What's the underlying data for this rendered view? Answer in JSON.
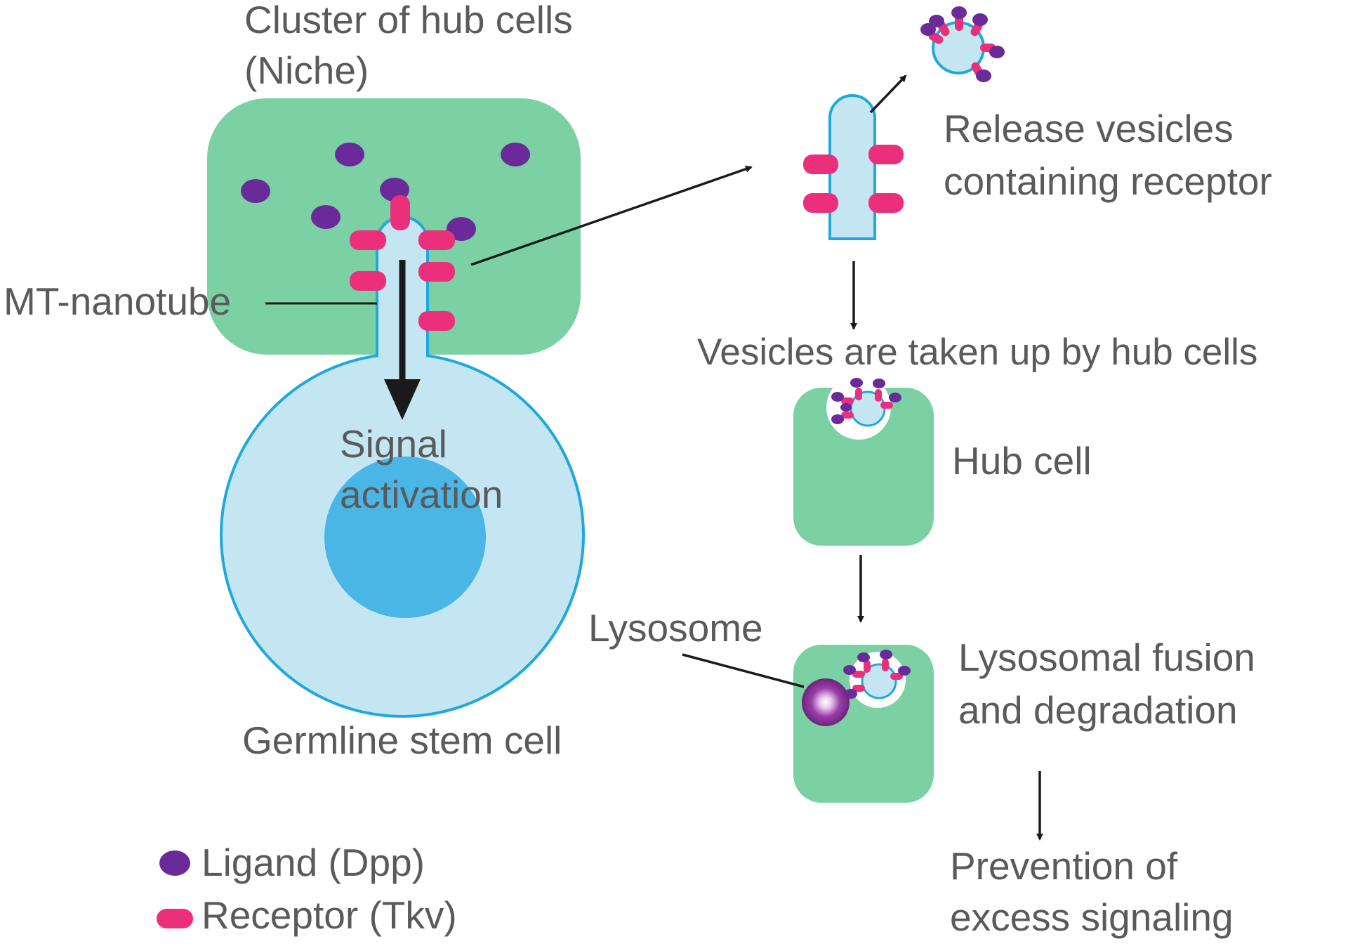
{
  "labels": {
    "niche_line1": "Cluster of hub cells",
    "niche_line2": "(Niche)",
    "nanotube": "MT-nanotube",
    "signal_line1": "Signal",
    "signal_line2": "activation",
    "stem_cell": "Germline stem cell",
    "release_line1": "Release vesicles",
    "release_line2": "containing receptor",
    "uptake": "Vesicles are taken up by hub cells",
    "hub_cell": "Hub cell",
    "lysosome": "Lysosome",
    "fusion_line1": "Lysosomal fusion",
    "fusion_line2": "and degradation",
    "prevention_line1": "Prevention of",
    "prevention_line2": "excess signaling"
  },
  "legend": [
    {
      "label": "Ligand (Dpp)",
      "icon": "ligand-icon",
      "color": "#6a2a9a"
    },
    {
      "label": "Receptor (Tkv)",
      "icon": "receptor-icon",
      "color": "#ec2f7b"
    }
  ],
  "colors": {
    "hub_cell": "#7bd1a3",
    "stem_cell": "#c4e6f3",
    "stem_outline": "#1fa8dc",
    "nucleus": "#4ab6e5",
    "ligand": "#6a2a9a",
    "receptor": "#ec2f7b",
    "lysosome": "#7d2d8c",
    "arrow": "#1a1a1a",
    "text": "#5a5a5a"
  }
}
